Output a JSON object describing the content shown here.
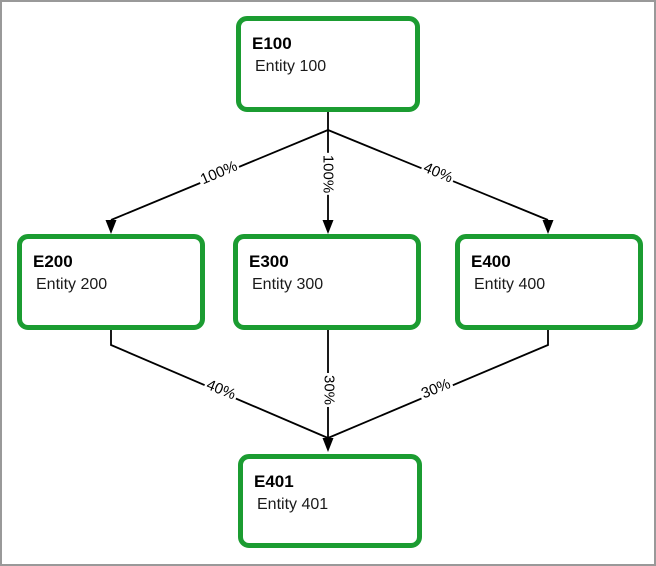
{
  "diagram": {
    "description": "Entity ownership hierarchy diagram",
    "colors": {
      "node_border": "#1b9c31",
      "connector": "#000000",
      "frame": "#999999",
      "background": "#ffffff"
    },
    "nodes": [
      {
        "id": "E100",
        "title": "E100",
        "subtitle": "Entity 100"
      },
      {
        "id": "E200",
        "title": "E200",
        "subtitle": "Entity 200"
      },
      {
        "id": "E300",
        "title": "E300",
        "subtitle": "Entity 300"
      },
      {
        "id": "E400",
        "title": "E400",
        "subtitle": "Entity 400"
      },
      {
        "id": "E401",
        "title": "E401",
        "subtitle": "Entity 401"
      }
    ],
    "edges": [
      {
        "from": "E100",
        "to": "E200",
        "label": "100%"
      },
      {
        "from": "E100",
        "to": "E300",
        "label": "100%"
      },
      {
        "from": "E100",
        "to": "E400",
        "label": "40%"
      },
      {
        "from": "E200",
        "to": "E401",
        "label": "40%"
      },
      {
        "from": "E300",
        "to": "E401",
        "label": "30%"
      },
      {
        "from": "E400",
        "to": "E401",
        "label": "30%"
      }
    ]
  }
}
